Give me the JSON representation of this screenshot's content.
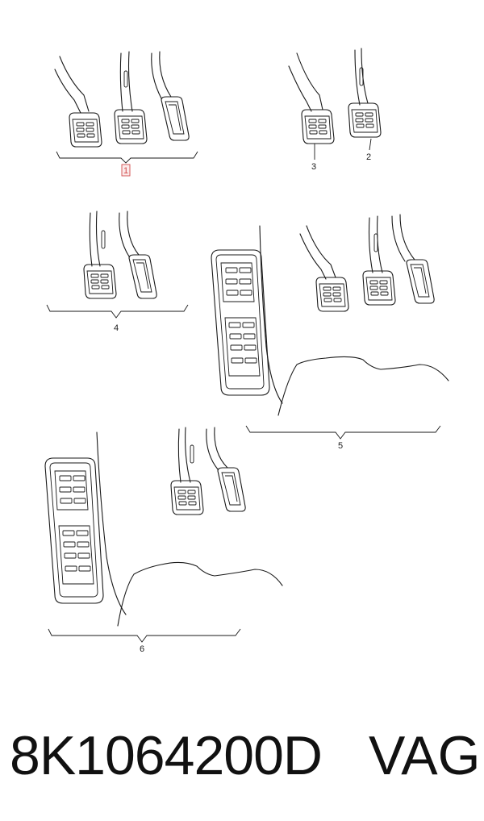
{
  "callouts": {
    "c1": "1",
    "c2": "2",
    "c3": "3",
    "c4": "4",
    "c5": "5",
    "c6": "6"
  },
  "footer": {
    "part_number": "8K1064200D",
    "brand": "VAG"
  },
  "colors": {
    "line": "#1a1a1a",
    "highlight": "#d24a4a",
    "background": "#ffffff"
  }
}
